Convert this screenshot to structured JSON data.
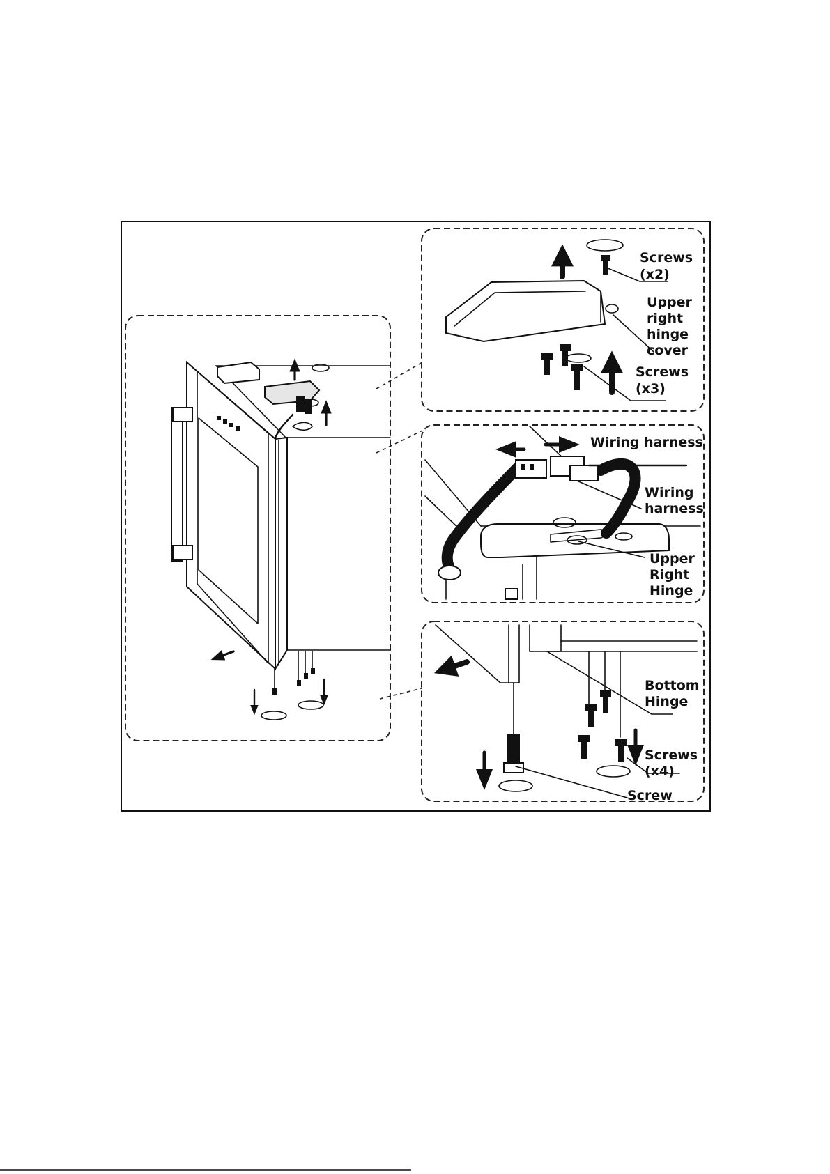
{
  "figure": {
    "labels": {
      "screws_x2": [
        "Screws",
        "(x2)"
      ],
      "upper_right_hinge_cover": [
        "Upper",
        "right",
        "hinge",
        "cover"
      ],
      "screws_x3": [
        "Screws",
        "(x3)"
      ],
      "wiring_harness_1": [
        "Wiring harness"
      ],
      "wiring_harness_2": [
        "Wiring",
        "harness"
      ],
      "upper_right_hinge": [
        "Upper",
        "Right",
        "Hinge"
      ],
      "bottom_hinge": [
        "Bottom",
        "Hinge"
      ],
      "screws_x4": [
        "Screws",
        "(x4)"
      ],
      "screw": [
        "Screw"
      ]
    }
  },
  "colors": {
    "line": "#111111",
    "panel_fill": "#ffffff",
    "panel_border": "#222222"
  },
  "icons": [
    "up-arrow-icon",
    "down-arrow-icon",
    "left-arrow-icon",
    "rotate-icon",
    "screw-icon"
  ]
}
